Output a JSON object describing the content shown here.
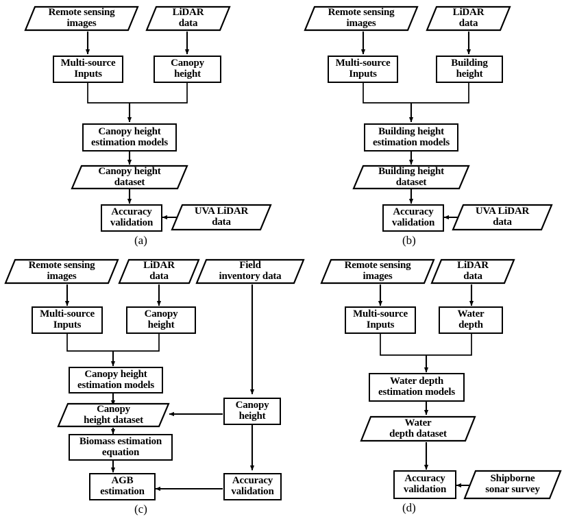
{
  "figure": {
    "type": "flowchart-diagram",
    "background": "#ffffff",
    "stroke": "#000000",
    "panels": [
      {
        "id": "a",
        "caption": "(a)",
        "nodes": {
          "input_rs": "Remote sensing\nimages",
          "input_lidar": "LiDAR\ndata",
          "proc_inputs": "Multi-source\nInputs",
          "proc_height": "Canopy\nheight",
          "models": "Canopy height\nestimation models",
          "dataset": "Canopy height\ndataset",
          "validation": "Accuracy\nvalidation",
          "ref_data": "UVA LiDAR\ndata"
        }
      },
      {
        "id": "b",
        "caption": "(b)",
        "nodes": {
          "input_rs": "Remote sensing\nimages",
          "input_lidar": "LiDAR\ndata",
          "proc_inputs": "Multi-source\nInputs",
          "proc_height": "Building\nheight",
          "models": "Building height\nestimation models",
          "dataset": "Building height\ndataset",
          "validation": "Accuracy\nvalidation",
          "ref_data": "UVA LiDAR\ndata"
        }
      },
      {
        "id": "c",
        "caption": "(c)",
        "nodes": {
          "input_rs": "Remote sensing\nimages",
          "input_lidar": "LiDAR\ndata",
          "input_field": "Field\ninventory data",
          "proc_inputs": "Multi-source\nInputs",
          "proc_height": "Canopy\nheight",
          "models": "Canopy height\nestimation models",
          "dataset": "Canopy\nheight dataset",
          "equation": "Biomass estimation\nequation",
          "result": "AGB\nestimation",
          "field_height": "Canopy\nheight",
          "validation": "Accuracy\nvalidation"
        }
      },
      {
        "id": "d",
        "caption": "(d)",
        "nodes": {
          "input_rs": "Remote sensing\nimages",
          "input_lidar": "LiDAR\ndata",
          "proc_inputs": "Multi-source\nInputs",
          "proc_depth": "Water\ndepth",
          "models": "Water depth\nestimation models",
          "dataset": "Water\ndepth dataset",
          "validation": "Accuracy\nvalidation",
          "ref_data": "Shipborne\nsonar survey"
        }
      }
    ]
  }
}
